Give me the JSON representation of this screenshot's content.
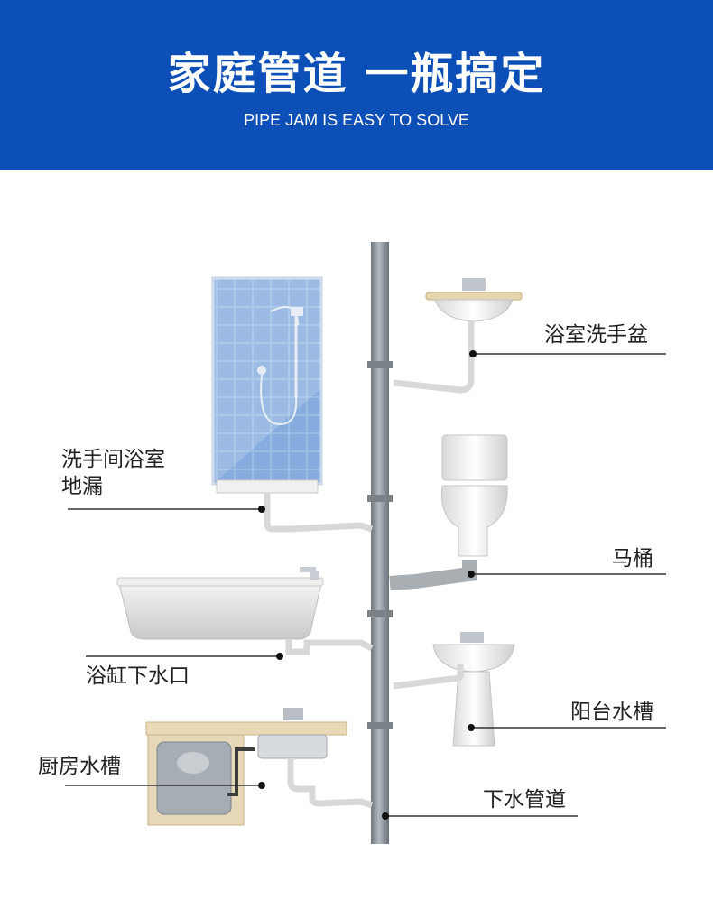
{
  "header": {
    "title": "家庭管道 一瓶搞定",
    "subtitle": "PIPE JAM IS EASY TO SOLVE"
  },
  "labels": {
    "shower_drain_line1": "洗手间浴室",
    "shower_drain_line2": "地漏",
    "bathtub_drain": "浴缸下水口",
    "kitchen_sink": "厨房水槽",
    "bathroom_basin": "浴室洗手盆",
    "toilet": "马桶",
    "balcony_sink": "阳台水槽",
    "drain_pipe": "下水管道"
  },
  "colors": {
    "banner": "#0c4fb6",
    "pipe": "#8e959d",
    "tile": "#8fb3de",
    "leader_line": "#333333"
  }
}
